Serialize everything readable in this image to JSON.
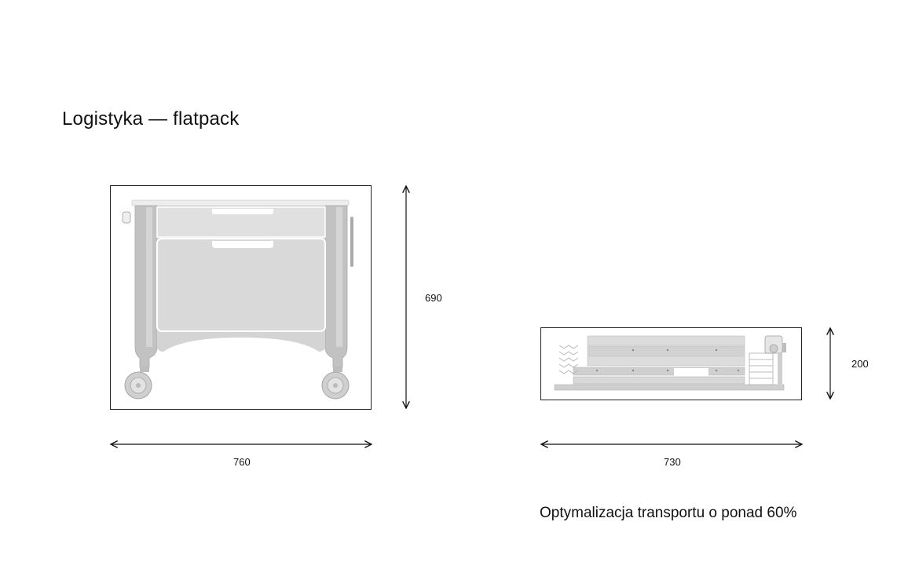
{
  "title": "Logistyka — flatpack",
  "assembled": {
    "height_label": "690",
    "width_label": "760"
  },
  "flatpack": {
    "height_label": "200",
    "width_label": "730"
  },
  "caption": "Optymalizacja transportu o ponad 60%",
  "colors": {
    "ink": "#111111",
    "frame_grey": "#b9b9b9",
    "panel_grey": "#d6d6d6",
    "light_grey": "#e9e9e9"
  }
}
